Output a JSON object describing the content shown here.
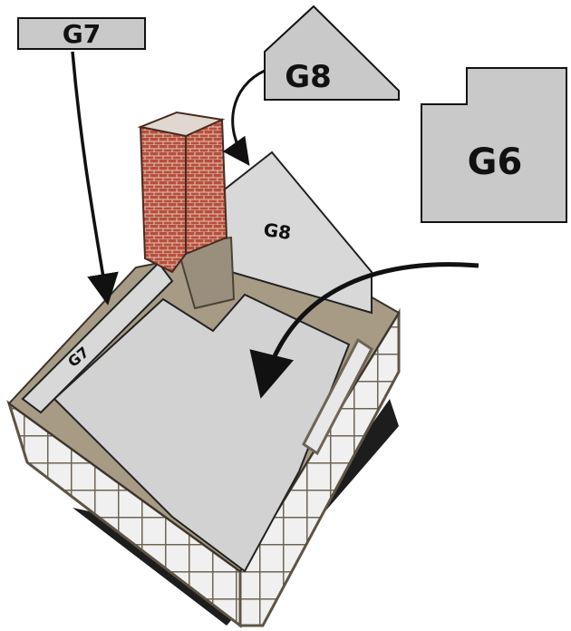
{
  "pieces": {
    "g7": {
      "label": "G7"
    },
    "g8": {
      "label": "G8"
    },
    "g6": {
      "label": "G6"
    }
  },
  "roof_labels": {
    "g8": "G8",
    "g7": "G7"
  },
  "colors": {
    "piece_fill": "#c9c9c9",
    "roof_fill": "#d2d2d2",
    "brick": "#b5503c",
    "base_shadow": "#1d1d1d",
    "arrow": "#111111",
    "wall": "#8a7d6a"
  }
}
